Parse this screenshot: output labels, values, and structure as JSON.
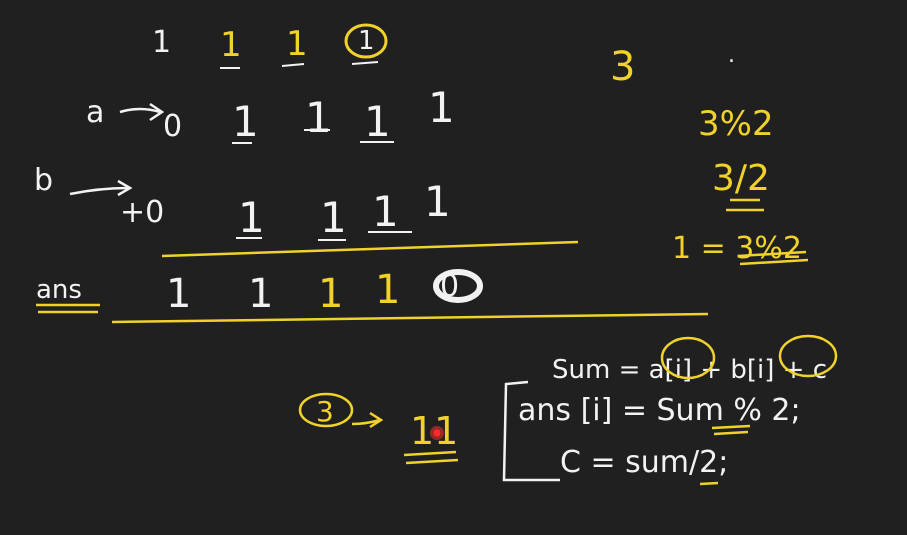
{
  "board": {
    "background": "#202020",
    "ink_white": "#f2f2f2",
    "ink_yellow": "#f0d22a",
    "pointer_color": "#ff2b2b"
  },
  "carry_row": [
    "1",
    "1",
    "1",
    "1"
  ],
  "row_a": {
    "label": "a",
    "digits": [
      "0",
      "1",
      "1",
      "1",
      "1"
    ]
  },
  "row_b": {
    "label": "b",
    "digits": [
      "+0",
      "1",
      "1",
      "1",
      "1"
    ]
  },
  "row_ans": {
    "label": "ans",
    "digits": [
      "1",
      "1",
      "1",
      "1",
      "0"
    ]
  },
  "right_notes": {
    "three": "3",
    "dot": ".",
    "mod_expr": "3%2",
    "div_expr": "3/2",
    "result_expr": "1 = 3%2"
  },
  "code": {
    "line1": "Sum = a[i] + b[i] + c",
    "line2": "ans [i] = Sum % 2;",
    "line3": "C = sum/2;"
  },
  "bottom_left": {
    "circled": "3",
    "result": "11"
  }
}
